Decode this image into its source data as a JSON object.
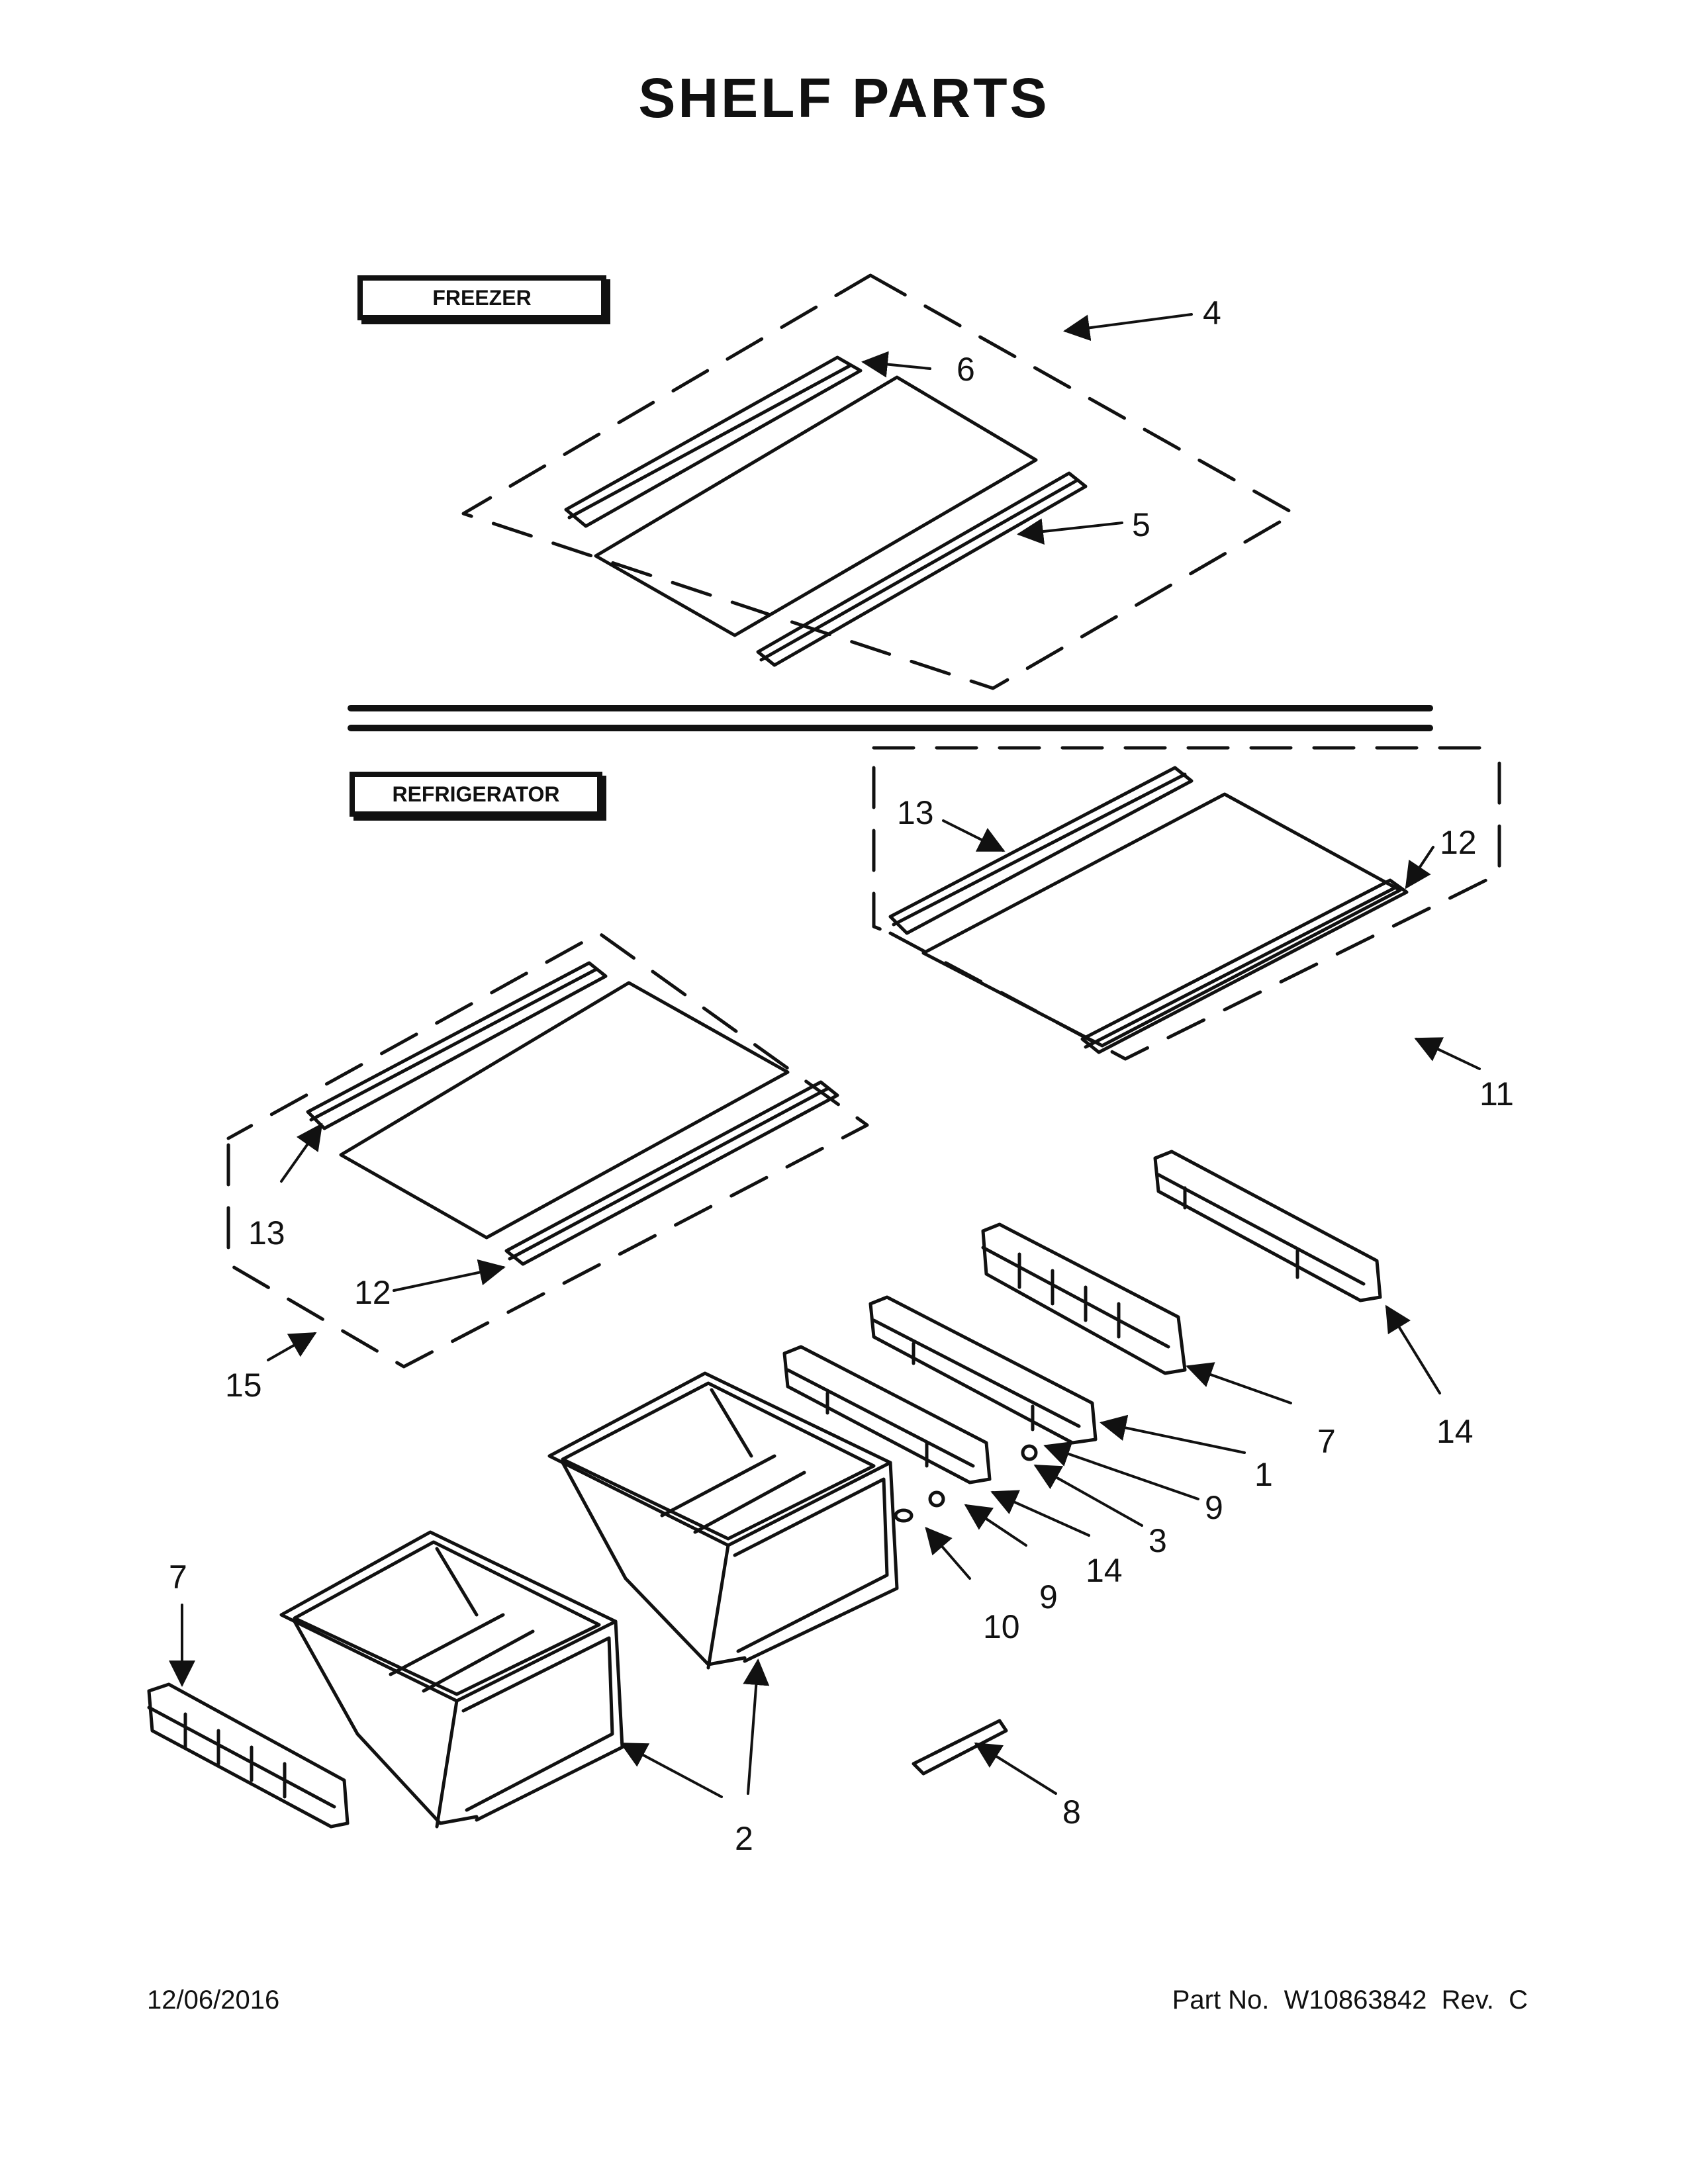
{
  "page": {
    "title": "SHELF PARTS",
    "sections": {
      "freezer": "FREEZER",
      "refrigerator": "REFRIGERATOR"
    },
    "footer": {
      "date": "12/06/2016",
      "part_no": "Part No.  W10863842  Rev.  C"
    }
  },
  "callouts": {
    "c1": "1",
    "c2": "2",
    "c3": "3",
    "c4": "4",
    "c5": "5",
    "c6": "6",
    "c7a": "7",
    "c7b": "7",
    "c8": "8",
    "c9a": "9",
    "c9b": "9",
    "c10": "10",
    "c11": "11",
    "c12a": "12",
    "c12b": "12",
    "c13a": "13",
    "c13b": "13",
    "c14a": "14",
    "c14b": "14",
    "c15": "15"
  }
}
